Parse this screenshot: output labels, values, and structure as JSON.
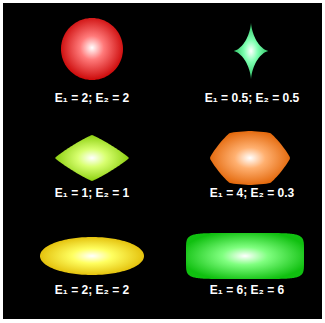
{
  "diagram": {
    "labels": [
      "E₁ = 2; E₂ = 2",
      "E₁ = 0.5; E₂ = 0.5",
      "E₁ = 1; E₂ = 1",
      "E₁ = 4; E₂ = 0.3",
      "E₁ = 2; E₂ = 2",
      "E₁ = 6; E₂ = 6"
    ]
  }
}
